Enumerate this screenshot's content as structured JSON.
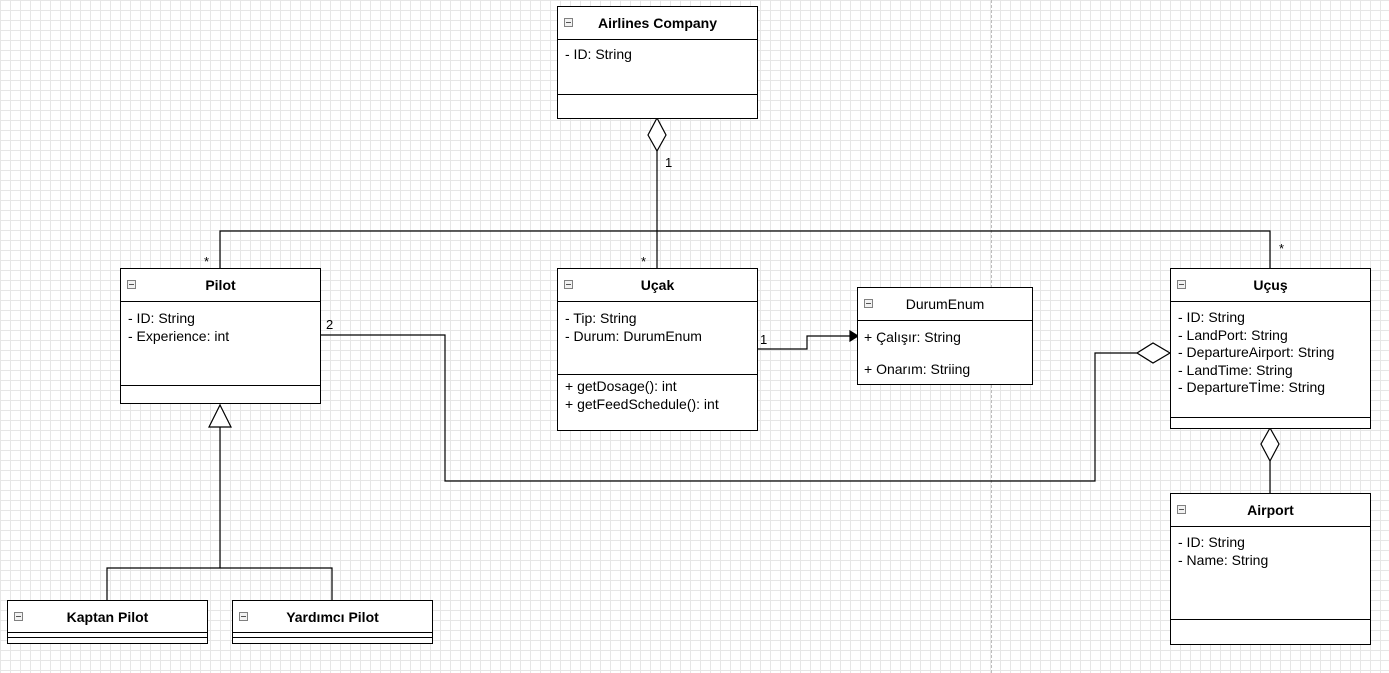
{
  "classes": {
    "airlines": {
      "name": "Airlines Company",
      "attributes": [
        "- ID: String"
      ],
      "operations": []
    },
    "pilot": {
      "name": "Pilot",
      "attributes": [
        "- ID: String",
        "- Experience: int"
      ],
      "operations": []
    },
    "ucak": {
      "name": "Uçak",
      "attributes": [
        "- Tip: String",
        "- Durum: DurumEnum"
      ],
      "operations": [
        "+ getDosage(): int",
        "+ getFeedSchedule(): int"
      ]
    },
    "durum": {
      "name": "DurumEnum",
      "items": [
        "+ Çalışır: String",
        "+ Onarım: Striing"
      ]
    },
    "ucus": {
      "name": "Uçuş",
      "attributes": [
        "- ID: String",
        "- LandPort: String",
        "- DepartureAirport: String",
        "- LandTime: String",
        "- DepartureTİme: String"
      ],
      "operations": []
    },
    "airport": {
      "name": "Airport",
      "attributes": [
        "- ID: String",
        "- Name: String"
      ],
      "operations": []
    },
    "kaptan": {
      "name": "Kaptan Pilot"
    },
    "yardimci": {
      "name": "Yardımcı Pilot"
    }
  },
  "multiplicities": {
    "airlines_ucak": "1",
    "ucak_end": "*",
    "pilot_end": "*",
    "ucus_end": "*",
    "pilot_ucus": "2",
    "ucak_durum": "1"
  }
}
